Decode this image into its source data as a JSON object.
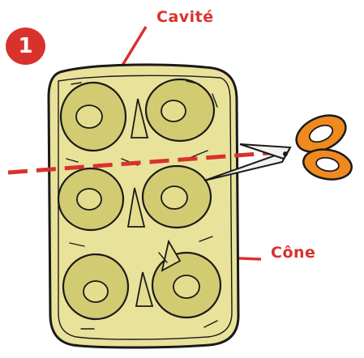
{
  "step": {
    "number": "1"
  },
  "labels": {
    "cavity": "Cavité",
    "cone": "Cône"
  },
  "colors": {
    "accent": "#d8322c",
    "tray_fill": "#e9e29a",
    "tray_shade": "#d2cb72",
    "outline": "#1a1a1a",
    "scissors_handle": "#ef8a1f",
    "cut_line": "#d8322c",
    "blade": "#f2f2f2"
  },
  "icons": {
    "badge": "step-number-badge",
    "scissors": "scissors-icon",
    "tray": "egg-carton-tray"
  }
}
